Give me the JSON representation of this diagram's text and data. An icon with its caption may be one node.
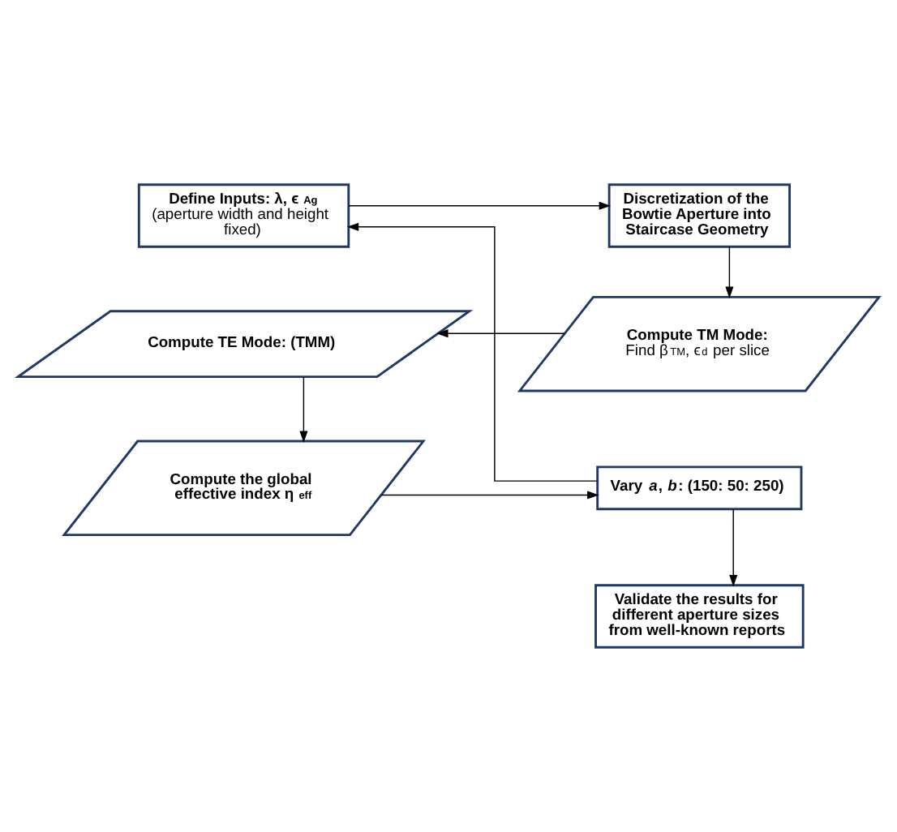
{
  "diagram": {
    "nodes": [
      {
        "text": [
          "Define Inputs: λ, ϵ$_{Ag}$",
          "(aperture width and height fixed)"
        ]
      },
      {
        "text": [
          "Discretization of the Bowtie Aperture into Staircase Geometry"
        ]
      },
      {
        "text": [
          "Compute TM Mode:",
          "Find β$_{TM}$, ϵ$_{d}$ per slice"
        ]
      },
      {
        "text": [
          "Compute TE Mode: (TMM)"
        ]
      },
      {
        "text": [
          "Compute the global effective index η$_{eff}$"
        ]
      },
      {
        "text": [
          "Vary *a*, *b*: (150: 50: 250)"
        ]
      },
      {
        "text": [
          "Validate the results for different aperture sizes from well-known reports"
        ]
      }
    ],
    "edges": [
      {
        "from": 0,
        "to": 1,
        "arrow": "to"
      },
      {
        "from": 1,
        "to": 2,
        "arrow": "to"
      },
      {
        "from": 2,
        "to": 3,
        "arrow": "to"
      },
      {
        "from": 3,
        "to": 4,
        "arrow": "to"
      },
      {
        "from": 4,
        "to": 5,
        "arrow": "to"
      },
      {
        "from": 5,
        "to": 0,
        "arrow": "to"
      },
      {
        "from": 5,
        "to": 6,
        "arrow": "to"
      }
    ]
  }
}
